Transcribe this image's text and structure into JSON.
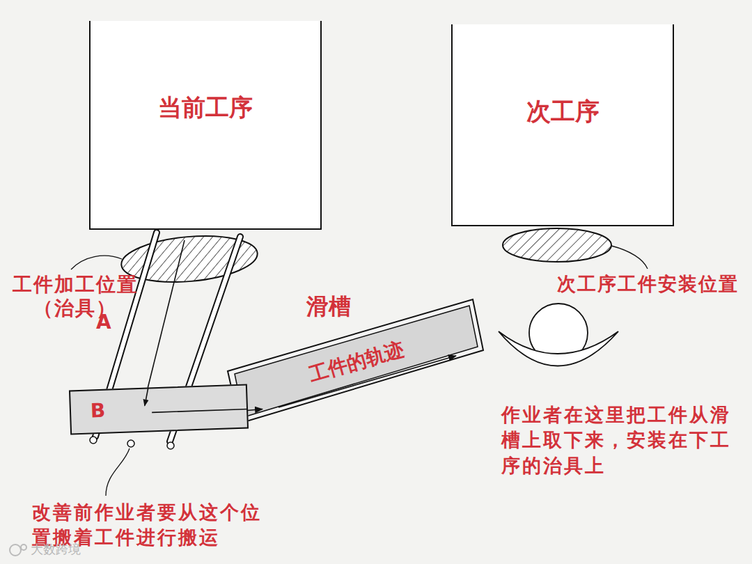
{
  "diagram": {
    "nodes": [
      {
        "text": [
          "当前工序"
        ]
      },
      {
        "text": [
          "次工序"
        ]
      },
      {
        "text": [
          "B"
        ]
      },
      {
        "text": [
          "滑槽",
          "工件的轨迹"
        ]
      }
    ],
    "edges": [
      {
        "from": 2,
        "to": 3,
        "arrow": "to"
      }
    ],
    "labels": [
      "工件加工位置 （治具）",
      "A",
      "次工序工件安装位置",
      "作业者在这里把工件从滑槽上取下来，安装在下工序的治具上",
      "改善前作业者要从这个位置搬着工件进行搬运",
      "大数跨境"
    ]
  }
}
